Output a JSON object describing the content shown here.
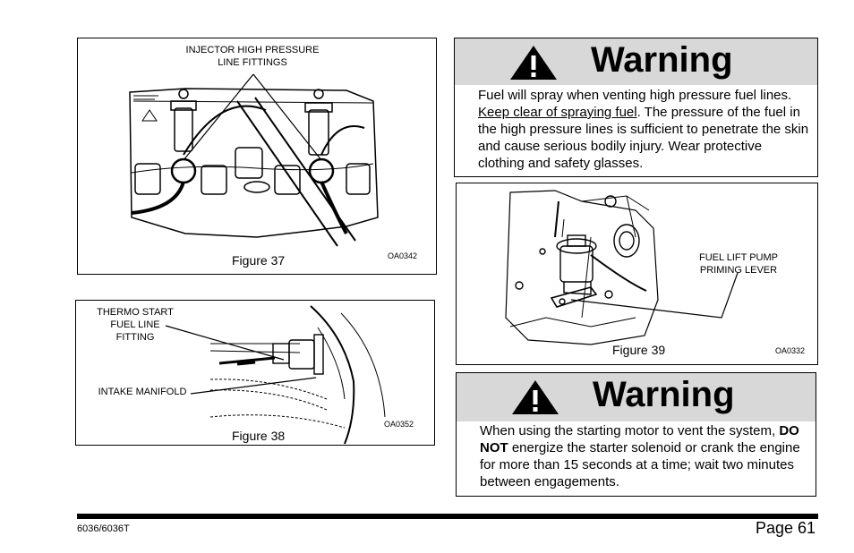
{
  "figure37": {
    "label": "INJECTOR HIGH PRESSURE\nLINE FITTINGS",
    "caption": "Figure 37",
    "code": "OA0342"
  },
  "figure38": {
    "label_thermo": "THERMO START\nFUEL LINE\nFITTING",
    "label_manifold": "INTAKE MANIFOLD",
    "caption": "Figure 38",
    "code": "OA0352"
  },
  "figure39": {
    "label": "FUEL LIFT PUMP\nPRIMING LEVER",
    "caption": "Figure 39",
    "code": "OA0332"
  },
  "warning1": {
    "title": "Warning",
    "text_1": "Fuel will spray when venting high pressure fuel lines.  ",
    "text_underlined": "Keep clear of spraying fuel",
    "text_2": ".  The pressure of the fuel in the high pressure lines is sufficient to penetrate the skin and cause serious bodily injury.  Wear protective clothing and safety glasses."
  },
  "warning2": {
    "title": "Warning",
    "text_1": "When using the starting motor to vent the system, ",
    "text_bold": "DO NOT",
    "text_2": " energize the starter solenoid or crank the engine for more than 15 seconds at a time; wait two minutes between engagements."
  },
  "footer": {
    "model": "6036/6036T",
    "page": "Page 61"
  }
}
